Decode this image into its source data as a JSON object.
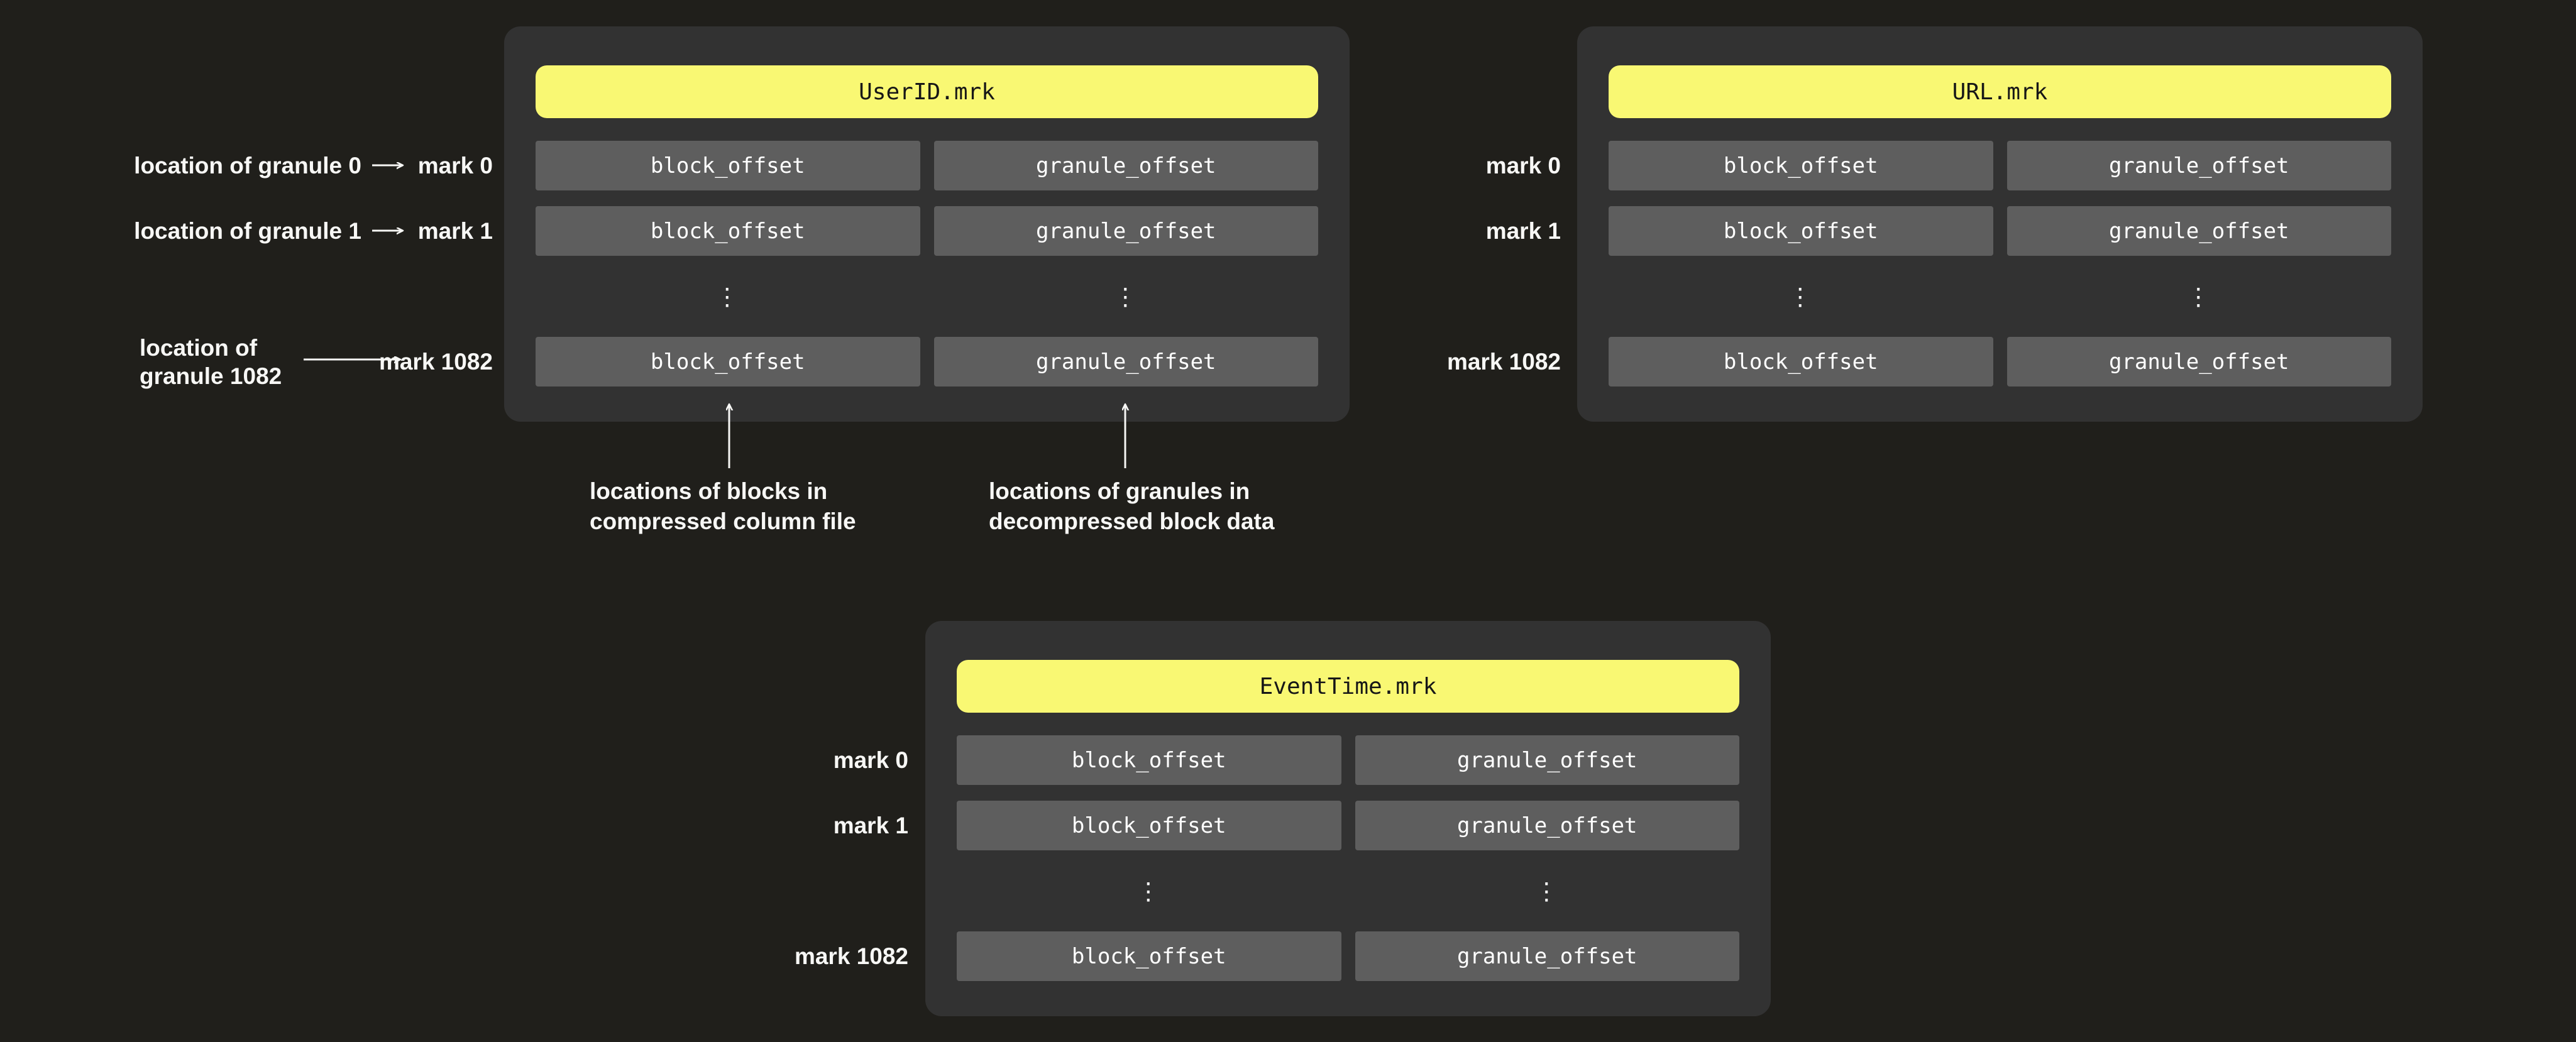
{
  "colors": {
    "background": "#201f1b",
    "panel": "#323232",
    "cell": "#5e5e5e",
    "header_bg": "#f9f873",
    "header_text": "#171717",
    "cell_text": "#ffffff",
    "label_text": "#f7f7f5"
  },
  "panels": [
    {
      "title": "UserID.mrk",
      "rows": [
        {
          "type": "cells",
          "mark": "mark 0",
          "block": "block_offset",
          "granule": "granule_offset"
        },
        {
          "type": "cells",
          "mark": "mark 1",
          "block": "block_offset",
          "granule": "granule_offset"
        },
        {
          "type": "dots",
          "block": "⋮",
          "granule": "⋮"
        },
        {
          "type": "cells",
          "mark": "mark 1082",
          "block": "block_offset",
          "granule": "granule_offset"
        }
      ]
    },
    {
      "title": "URL.mrk",
      "rows": [
        {
          "type": "cells",
          "mark": "mark 0",
          "block": "block_offset",
          "granule": "granule_offset"
        },
        {
          "type": "cells",
          "mark": "mark 1",
          "block": "block_offset",
          "granule": "granule_offset"
        },
        {
          "type": "dots",
          "block": "⋮",
          "granule": "⋮"
        },
        {
          "type": "cells",
          "mark": "mark 1082",
          "block": "block_offset",
          "granule": "granule_offset"
        }
      ]
    },
    {
      "title": "EventTime.mrk",
      "rows": [
        {
          "type": "cells",
          "mark": "mark 0",
          "block": "block_offset",
          "granule": "granule_offset"
        },
        {
          "type": "cells",
          "mark": "mark 1",
          "block": "block_offset",
          "granule": "granule_offset"
        },
        {
          "type": "dots",
          "block": "⋮",
          "granule": "⋮"
        },
        {
          "type": "cells",
          "mark": "mark 1082",
          "block": "block_offset",
          "granule": "granule_offset"
        }
      ]
    }
  ],
  "annotations": {
    "granule0": "location of granule 0",
    "granule1": "location of granule 1",
    "granule1082_line1": "location of",
    "granule1082_line2": "granule 1082",
    "blocks_line1": "locations of blocks in",
    "blocks_line2": "compressed column file",
    "granules_line1": "locations of granules in",
    "granules_line2": "decompressed block data"
  }
}
